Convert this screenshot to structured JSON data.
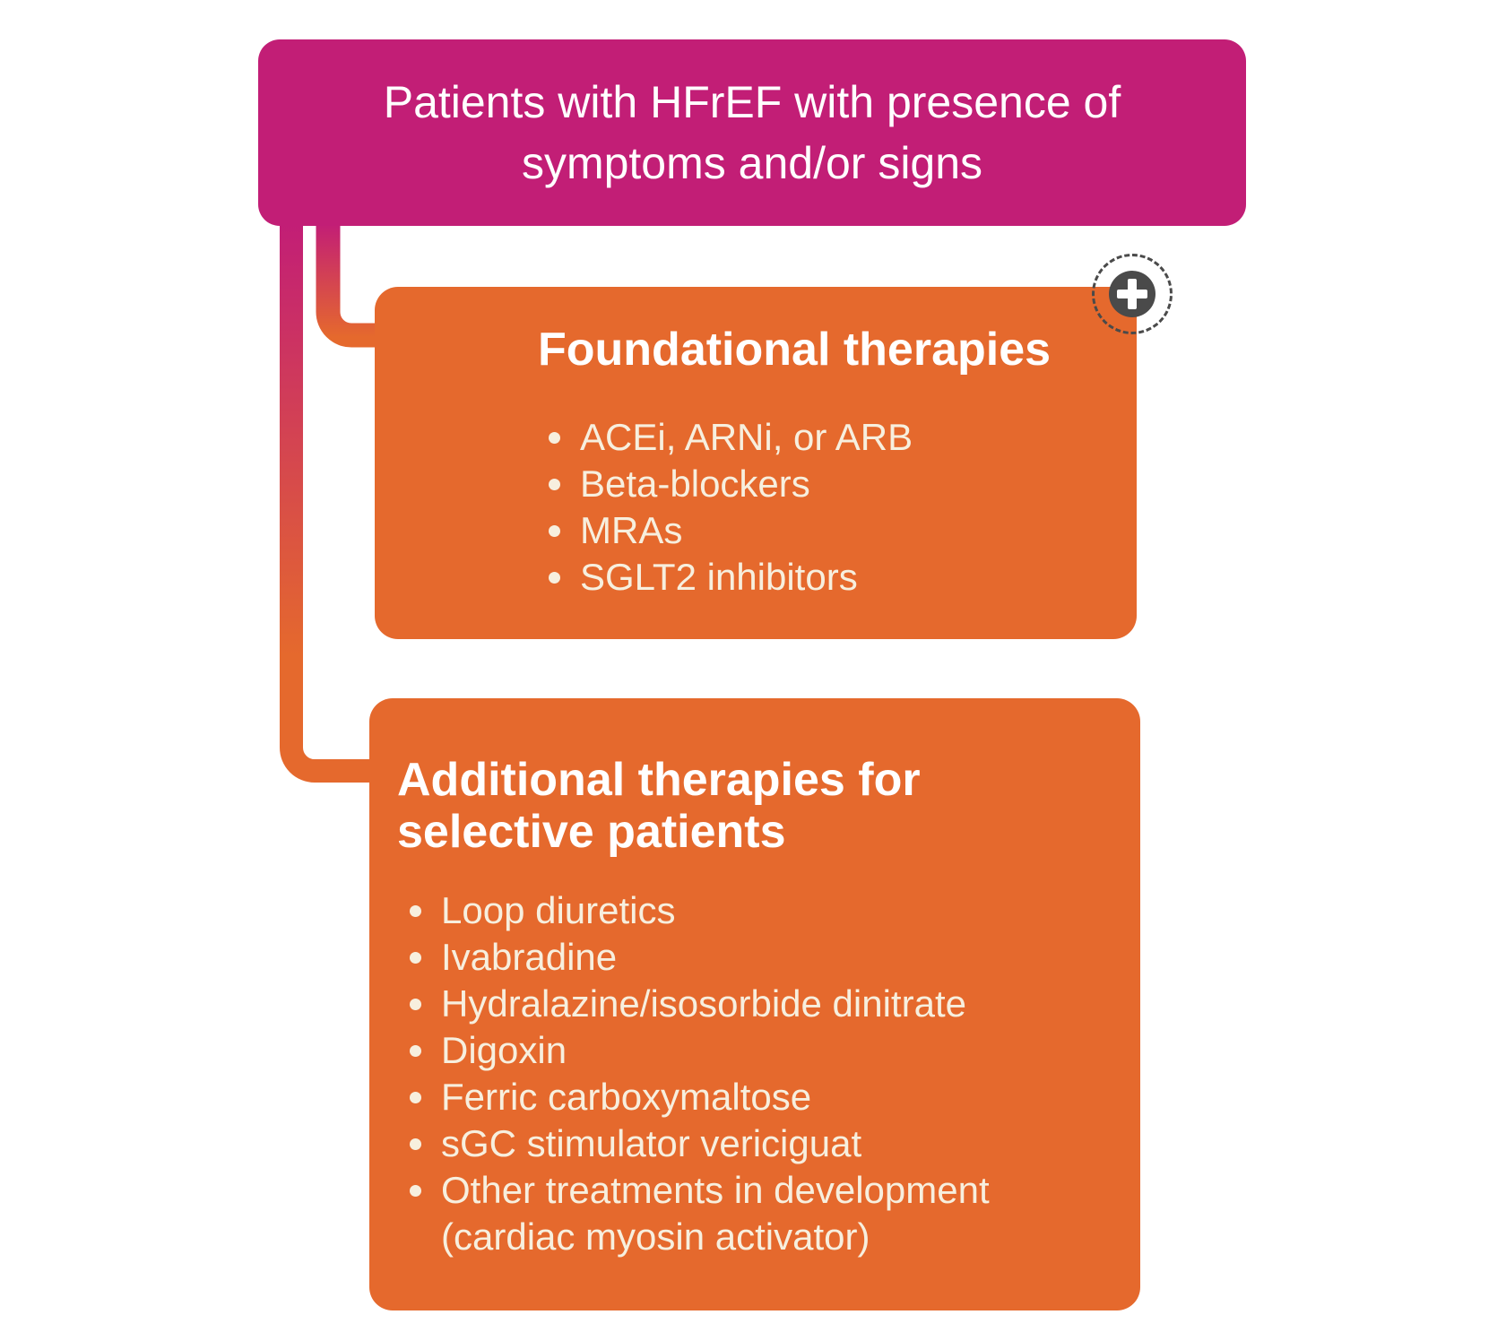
{
  "diagram": {
    "root": {
      "title": "Patients with HFrEF with presence of symptoms and/or signs"
    },
    "foundational": {
      "title": "Foundational therapies",
      "items": [
        "ACEi, ARNi, or ARB",
        "Beta-blockers",
        "MRAs",
        "SGLT2 inhibitors"
      ]
    },
    "additional": {
      "title": "Additional therapies for selective patients",
      "items": [
        "Loop diuretics",
        "Ivabradine",
        "Hydralazine/isosorbide dinitrate",
        "Digoxin",
        "Ferric carboxymaltose",
        "sGC stimulator vericiguat",
        "Other treatments in development (cardiac myosin activator)"
      ]
    },
    "badge": {
      "icon": "plus-icon",
      "symbol": "+"
    },
    "colors": {
      "magenta": "#C21E76",
      "orange": "#E5692D",
      "bullet_cream": "#F7EFDE",
      "badge_gray": "#4A4A4A",
      "title_white": "#FFFFFF"
    }
  }
}
